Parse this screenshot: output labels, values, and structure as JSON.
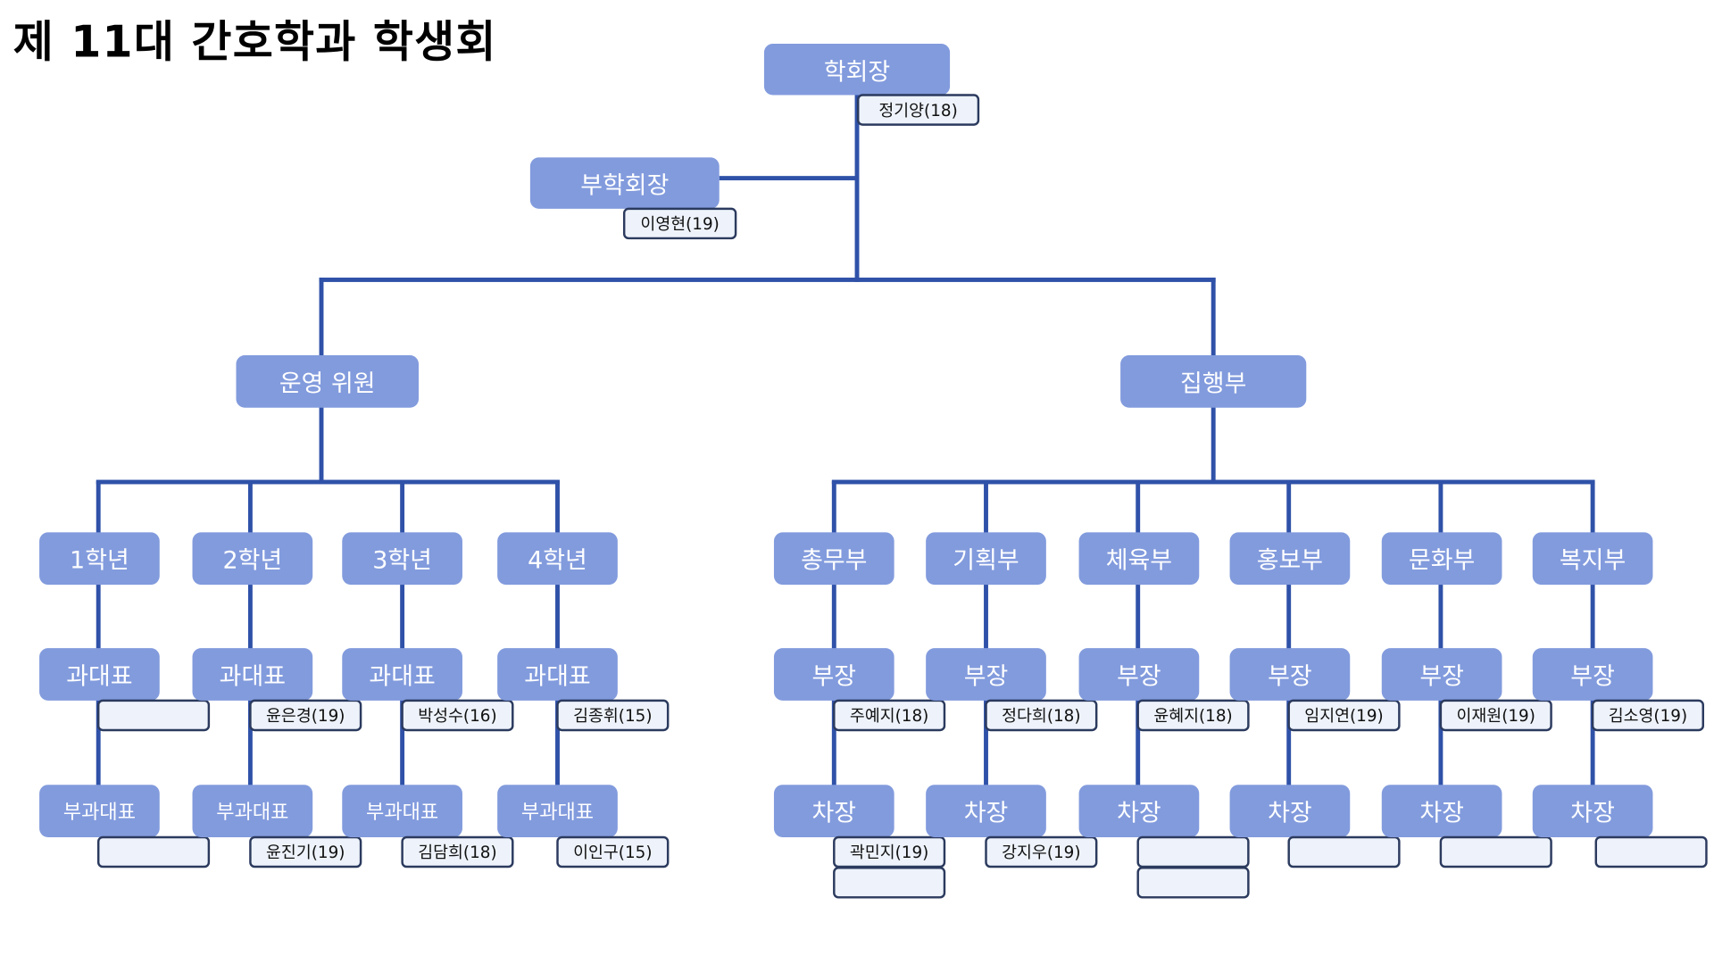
{
  "title": "제 11대 간호학과 학생회",
  "colors": {
    "box": "#829bdd",
    "line": "#2f51a8",
    "name_bg": "#eef3fb",
    "name_border": "#2b3a5e"
  },
  "president": {
    "role": "학회장",
    "name": "정기양(18)"
  },
  "vice_president": {
    "role": "부학회장",
    "name": "이영현(19)"
  },
  "steering": {
    "label": "운영 위원",
    "grades": [
      {
        "label": "1학년",
        "rep": "과대표",
        "rep_name": "",
        "sub": "부과대표",
        "sub_name": ""
      },
      {
        "label": "2학년",
        "rep": "과대표",
        "rep_name": "윤은경(19)",
        "sub": "부과대표",
        "sub_name": "윤진기(19)"
      },
      {
        "label": "3학년",
        "rep": "과대표",
        "rep_name": "박성수(16)",
        "sub": "부과대표",
        "sub_name": "김담희(18)"
      },
      {
        "label": "4학년",
        "rep": "과대표",
        "rep_name": "김종휘(15)",
        "sub": "부과대표",
        "sub_name": "이인구(15)"
      }
    ]
  },
  "executive": {
    "label": "집행부",
    "depts": [
      {
        "label": "총무부",
        "head": "부장",
        "head_name": "주예지(18)",
        "deputy": "차장",
        "deputy_names": [
          "곽민지(19)",
          ""
        ]
      },
      {
        "label": "기획부",
        "head": "부장",
        "head_name": "정다희(18)",
        "deputy": "차장",
        "deputy_names": [
          "강지우(19)"
        ]
      },
      {
        "label": "체육부",
        "head": "부장",
        "head_name": "윤혜지(18)",
        "deputy": "차장",
        "deputy_names": [
          "",
          ""
        ]
      },
      {
        "label": "홍보부",
        "head": "부장",
        "head_name": "임지연(19)",
        "deputy": "차장",
        "deputy_names": [
          ""
        ]
      },
      {
        "label": "문화부",
        "head": "부장",
        "head_name": "이재원(19)",
        "deputy": "차장",
        "deputy_names": [
          ""
        ]
      },
      {
        "label": "복지부",
        "head": "부장",
        "head_name": "김소영(19)",
        "deputy": "차장",
        "deputy_names": [
          ""
        ]
      }
    ]
  }
}
